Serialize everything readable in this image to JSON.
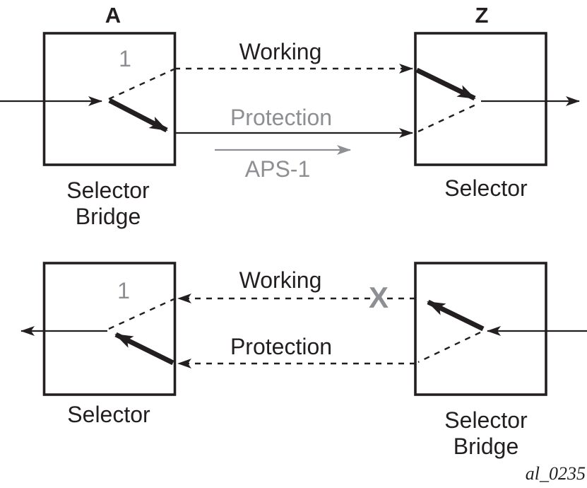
{
  "colors": {
    "ink": "#231f20",
    "gray": "#8d8f92",
    "background": "#ffffff"
  },
  "figure_id": "al_0235",
  "top": {
    "node_a": {
      "title": "A",
      "signal_number": "1",
      "caption": [
        "Selector",
        "Bridge"
      ]
    },
    "node_z": {
      "title": "Z",
      "caption": [
        "Selector"
      ]
    },
    "working_label": "Working",
    "protection_label": "Protection",
    "aps_label": "APS-1"
  },
  "bottom": {
    "node_left": {
      "signal_number": "1",
      "caption": [
        "Selector"
      ]
    },
    "node_right": {
      "caption": [
        "Selector",
        "Bridge"
      ]
    },
    "working_label": "Working",
    "protection_label": "Protection",
    "failure_mark": "X"
  }
}
